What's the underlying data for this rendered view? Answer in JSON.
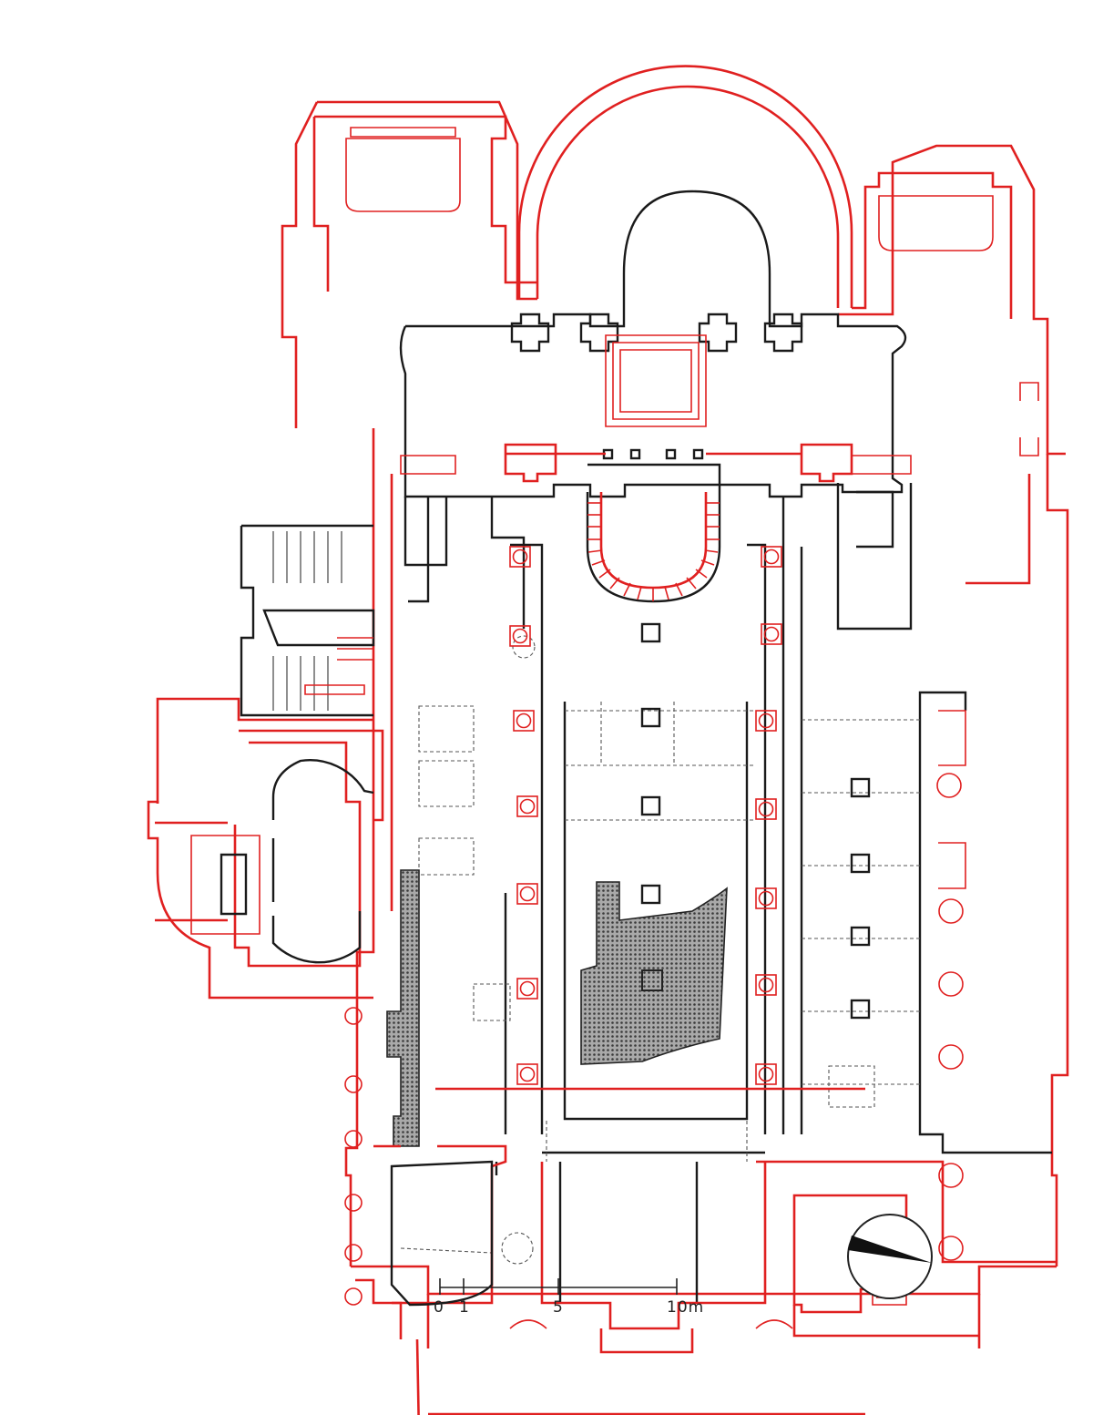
{
  "plan": {
    "type": "architectural floor plan",
    "colors": {
      "later_phase": "#e02020",
      "earlier_phase": "#1a1a1a",
      "excavated_remains": "#6b6b6b",
      "background": "#ffffff"
    }
  },
  "scale_bar": {
    "ticks": [
      "0",
      "1",
      "5",
      "10"
    ],
    "unit": "m",
    "last_label": "10m"
  },
  "north_arrow": {
    "icon": "north-arrow-icon"
  }
}
